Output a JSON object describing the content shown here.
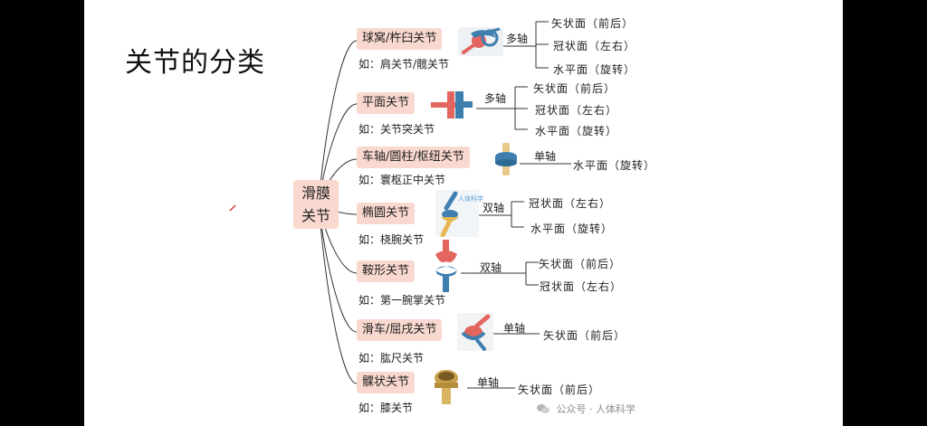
{
  "title": "关节的分类",
  "root": {
    "line1": "滑膜",
    "line2": "关节"
  },
  "joints": [
    {
      "type": "球窝/杵臼关节",
      "example": "如：肩关节/髋关节",
      "axis": "多轴",
      "icon": "ball-socket-joint-icon",
      "planes": [
        "矢状面（前后）",
        "冠状面（左右）",
        "水平面（旋转）"
      ]
    },
    {
      "type": "平面关节",
      "example": "如：关节突关节",
      "axis": "多轴",
      "icon": "plane-joint-icon",
      "planes": [
        "矢状面（前后）",
        "冠状面（左右）",
        "水平面（旋转）"
      ]
    },
    {
      "type": "车轴/圆柱/枢纽关节",
      "example": "如：寰枢正中关节",
      "axis": "单轴",
      "icon": "pivot-joint-icon",
      "planes": [
        "水平面（旋转）"
      ]
    },
    {
      "type": "椭圆关节",
      "example": "如：桡腕关节",
      "axis": "双轴",
      "icon": "ellipsoid-joint-icon",
      "icon_label": "人体科学",
      "planes": [
        "冠状面（左右）",
        "水平面（旋转）"
      ]
    },
    {
      "type": "鞍形关节",
      "example": "如：第一腕掌关节",
      "axis": "双轴",
      "icon": "saddle-joint-icon",
      "planes": [
        "矢状面（前后）",
        "冠状面（左右）"
      ]
    },
    {
      "type": "滑车/屈戌关节",
      "example": "如：肱尺关节",
      "axis": "单轴",
      "icon": "hinge-joint-icon",
      "planes": [
        "矢状面（前后）"
      ]
    },
    {
      "type": "髁状关节",
      "example": "如：膝关节",
      "axis": "单轴",
      "icon": "condylar-joint-icon",
      "planes": [
        "矢状面（前后）"
      ]
    }
  ],
  "watermark": "公众号 · 人体科学",
  "colors": {
    "box": "#f9d9cf",
    "line": "#333333",
    "frame": "#000000",
    "joint_red": "#e2665f",
    "joint_blue": "#3f7fb0",
    "joint_gold": "#c9a04a"
  }
}
